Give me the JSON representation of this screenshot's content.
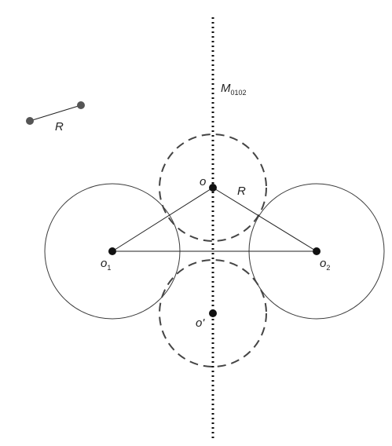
{
  "diagram": {
    "labels": {
      "axis_main": "M",
      "axis_sub": "0102",
      "radius_sample": "R",
      "radius_triangle": "R",
      "point_o": "o",
      "point_o1_main": "o",
      "point_o1_sub": "1",
      "point_o2_main": "o",
      "point_o2_sub": "2",
      "point_o_prime": "o'"
    },
    "colors": {
      "stroke": "#3a3a3a",
      "point": "#111111",
      "sample_point": "#555555"
    }
  }
}
